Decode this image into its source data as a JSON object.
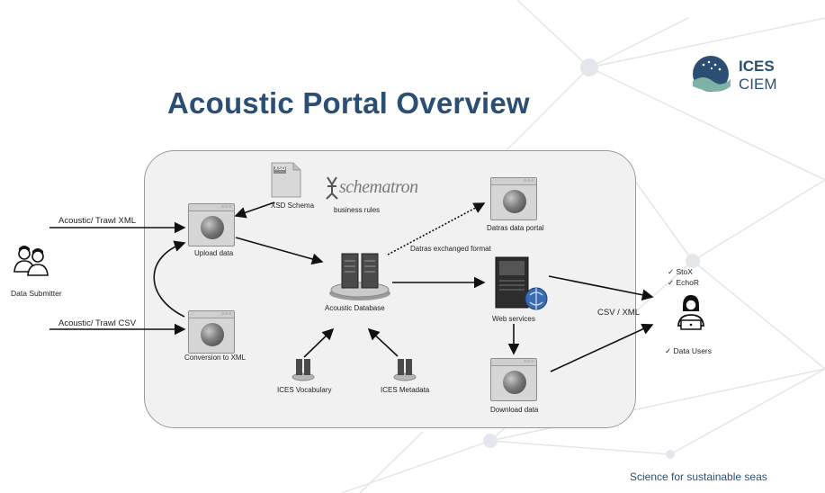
{
  "title": "Acoustic Portal Overview",
  "logo": {
    "line1": "ICES",
    "line2": "CIEM"
  },
  "footer": "Science for sustainable seas",
  "inputs": {
    "xml_label": "Acoustic/ Trawl XML",
    "csv_label": "Acoustic/ Trawl CSV",
    "submitter": "Data Submitter"
  },
  "nodes": {
    "upload": "Upload data",
    "conversion": "Conversion to XML",
    "xsd": "XSD Schema",
    "xsd_icon_text": "XSD",
    "schematron_logo": "schematron",
    "business_rules": "business rules",
    "database": "Acoustic Database",
    "vocabulary": "ICES Vocabulary",
    "metadata": "ICES Metadata",
    "datras_portal": "Datras data portal",
    "datras_exchange": "Datras exchanged format",
    "web_services": "Web services",
    "download": "Download data"
  },
  "output": {
    "csv_xml": "CSV / XML",
    "tools": [
      "StoX",
      "EchoR"
    ],
    "users": "Data Users",
    "check_mark": "✓"
  }
}
